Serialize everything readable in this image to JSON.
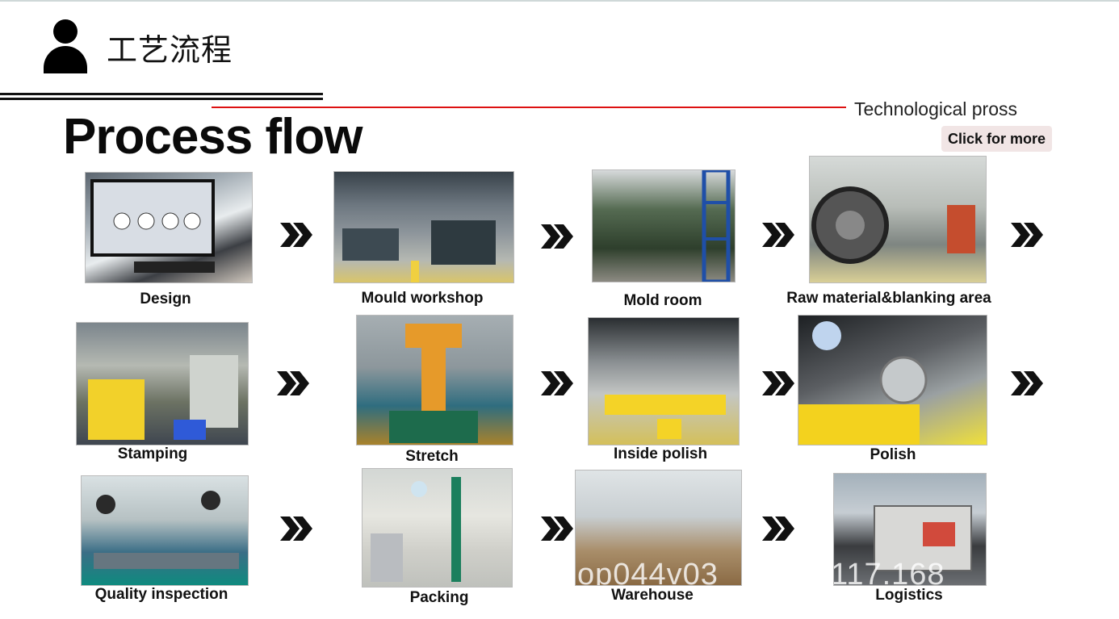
{
  "header": {
    "title": "工艺流程",
    "person_icon": "person-icon"
  },
  "main_title": "Process flow",
  "subtitle": "Technological pross",
  "more_button": "Click for more",
  "accent_red": "#d11111",
  "arrow_icon": "double-chevron-right-icon",
  "steps": [
    {
      "label": "Design"
    },
    {
      "label": "Mould workshop"
    },
    {
      "label": "Mold room"
    },
    {
      "label": "Raw material&blanking area"
    },
    {
      "label": "Stamping"
    },
    {
      "label": "Stretch"
    },
    {
      "label": "Inside polish"
    },
    {
      "label": "Polish"
    },
    {
      "label": "Quality inspection"
    },
    {
      "label": "Packing"
    },
    {
      "label": "Warehouse"
    },
    {
      "label": "Logistics"
    }
  ],
  "watermark": {
    "left": "op044v03",
    "right": "117.168"
  }
}
